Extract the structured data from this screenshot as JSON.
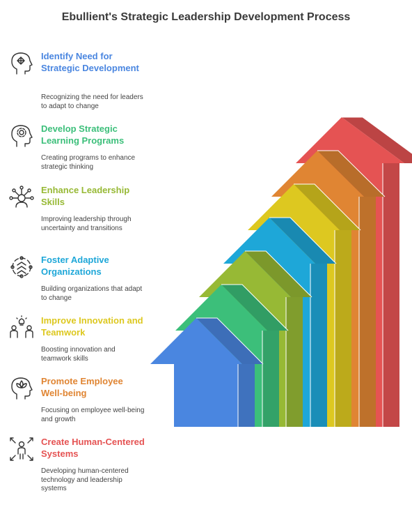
{
  "title": "Ebullient's Strategic Leadership Development Process",
  "steps": [
    {
      "title": "Identify Need for Strategic Development",
      "description": "Recognizing the need for leaders to adapt to change",
      "color": "#4a86e0",
      "icon": "head-arrows-icon"
    },
    {
      "title": "Develop Strategic Learning Programs",
      "description": "Creating programs to enhance strategic thinking",
      "color": "#3cbf7a",
      "icon": "head-gear-icon"
    },
    {
      "title": "Enhance Leadership Skills",
      "description": "Improving leadership through uncertainty and transitions",
      "color": "#97b935",
      "icon": "leader-network-icon"
    },
    {
      "title": "Foster Adaptive Organizations",
      "description": "Building organizations that adapt to change",
      "color": "#1ea7d8",
      "icon": "adaptive-cycle-icon"
    },
    {
      "title": "Improve Innovation and Teamwork",
      "description": "Boosting innovation and teamwork skills",
      "color": "#ddc820",
      "icon": "team-lightbulb-icon"
    },
    {
      "title": "Promote Employee Well-being",
      "description": "Focusing on employee well-being and growth",
      "color": "#e08533",
      "icon": "head-lotus-icon"
    },
    {
      "title": "Create Human-Centered Systems",
      "description": "Developing human-centered technology and leadership systems",
      "color": "#e55353",
      "icon": "person-arrows-icon"
    }
  ]
}
